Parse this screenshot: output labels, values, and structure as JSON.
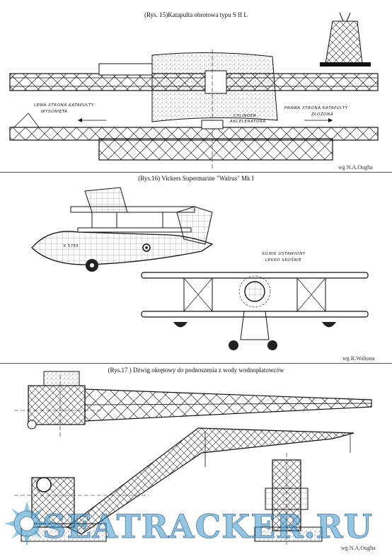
{
  "figures": [
    {
      "caption": "(Rys. 15)Katapulta obrotowa typu S II L",
      "credit": "wg N.A.Ougha",
      "notes": {
        "left": "LEWA STRONA KATAPULTY WYSUNIĘTA",
        "middle": "CYLINDER AKCELERATORA",
        "right": "PRAWA STRONA KATAPULTY ZŁOŻONA"
      }
    },
    {
      "caption": "(Rys.16) Vickers   Supermarine \"Walrus\" Mk I",
      "credit": "wg R.Waltona",
      "notes": {
        "engine": "SILNIK USTAWIONY LEKKO SKOŚNIE",
        "serial": "K 5783"
      }
    },
    {
      "caption": "(Rys.17 ) Dźwig okrętowy do podnoszenia z wody wodnopłatowców",
      "credit": "wg N.A.Ougha"
    }
  ],
  "watermark": {
    "text": "SEATRACKER.RU"
  }
}
